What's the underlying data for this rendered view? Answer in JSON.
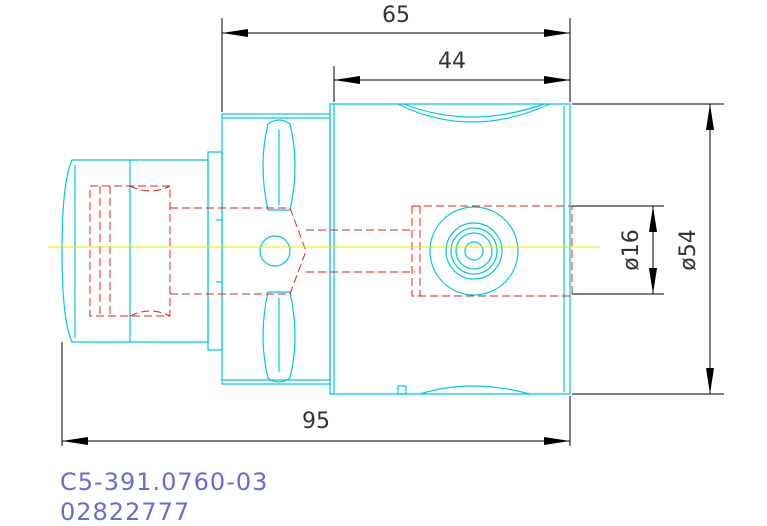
{
  "dimensions": {
    "overall_length": "95",
    "body_length": "65",
    "head_length": "44",
    "bore_diameter": "ø16",
    "outer_diameter": "ø54"
  },
  "labels": {
    "part_number": "C5-391.0760-03",
    "serial_number": "02822777"
  },
  "colors": {
    "outline": "#00c8e0",
    "hidden": "#e02020",
    "centerline": "#e8e800",
    "dimension": "#000000",
    "dim_text": "#333333",
    "label": "#6a6ad8"
  }
}
